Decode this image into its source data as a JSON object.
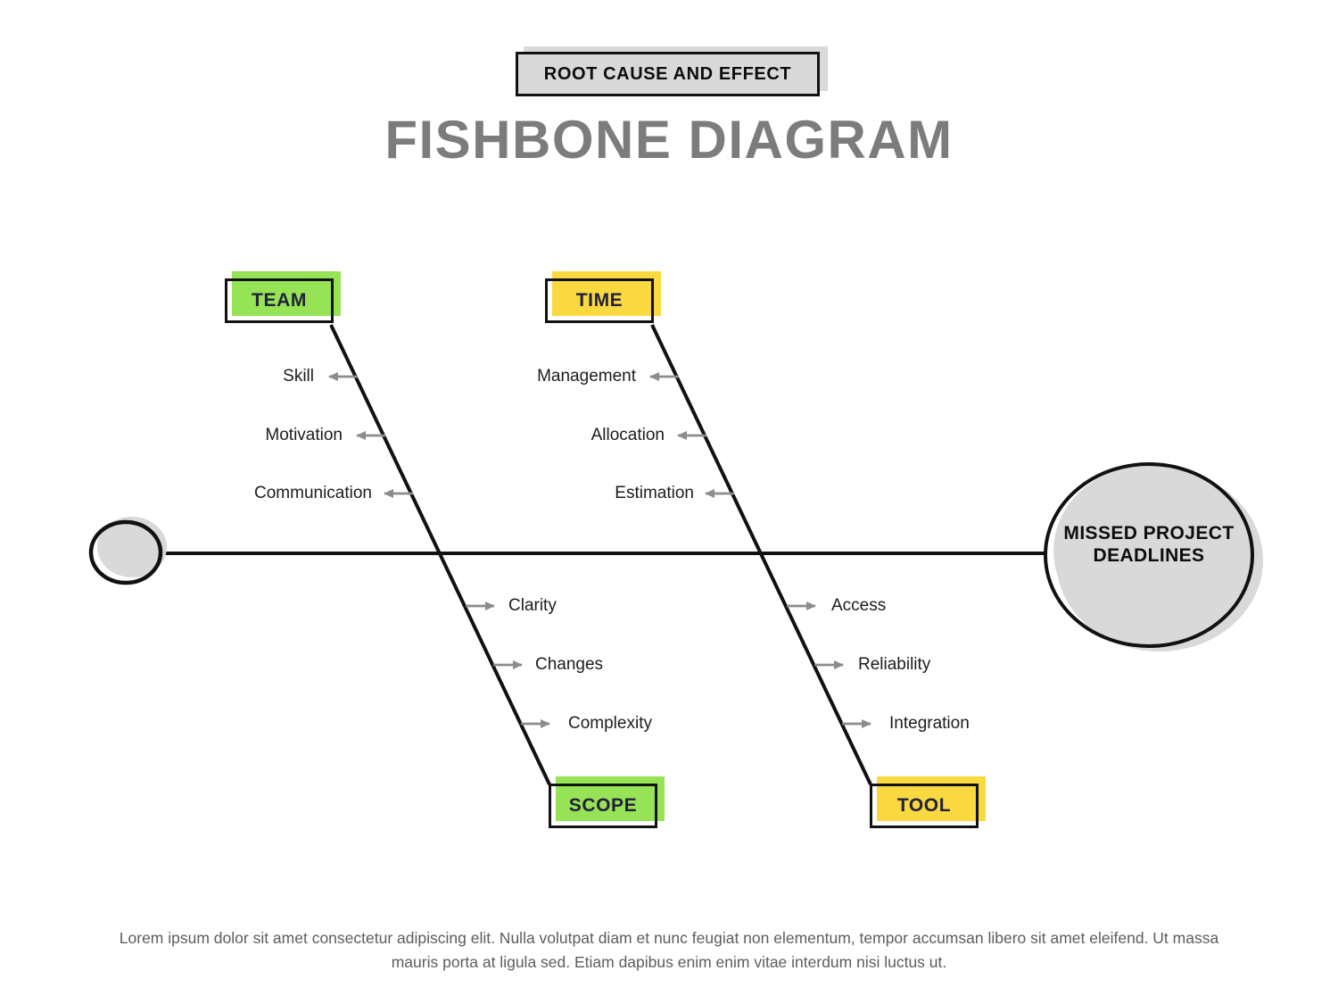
{
  "header": {
    "badge": "ROOT CAUSE AND EFFECT",
    "title": "FISHBONE DIAGRAM"
  },
  "effect": {
    "label": "MISSED PROJECT DEADLINES"
  },
  "categories": [
    {
      "id": "team",
      "label": "TEAM",
      "color": "#97e356",
      "position": "top-left",
      "causes": [
        "Skill",
        "Motivation",
        "Communication"
      ]
    },
    {
      "id": "time",
      "label": "TIME",
      "color": "#f9d840",
      "position": "top-right",
      "causes": [
        "Management",
        "Allocation",
        "Estimation"
      ]
    },
    {
      "id": "scope",
      "label": "SCOPE",
      "color": "#97e356",
      "position": "bottom-left",
      "causes": [
        "Clarity",
        "Changes",
        "Complexity"
      ]
    },
    {
      "id": "tool",
      "label": "TOOL",
      "color": "#f9d840",
      "position": "bottom-right",
      "causes": [
        "Access",
        "Reliability",
        "Integration"
      ]
    }
  ],
  "footer": {
    "text": "Lorem ipsum dolor sit amet consectetur adipiscing elit. Nulla volutpat diam et nunc feugiat non elementum, tempor accumsan libero sit amet eleifend. Ut massa mauris porta at ligula sed. Etiam dapibus enim enim vitae interdum nisi luctus ut."
  },
  "colors": {
    "green": "#97e356",
    "yellow": "#f9d840",
    "node_gray": "#d9d9d9",
    "line_black": "#111111",
    "arrow_gray": "#8c8c8c",
    "title_gray": "#7c7c7c",
    "label_text_navy": "#20223c"
  }
}
